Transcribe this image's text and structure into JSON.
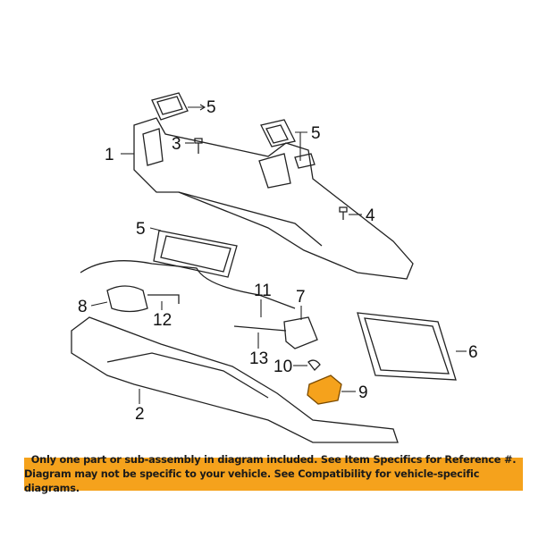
{
  "callouts": [
    "5",
    "1",
    "3",
    "5",
    "4",
    "5",
    "11",
    "7",
    "8",
    "12",
    "6",
    "13",
    "10",
    "2",
    "9"
  ],
  "highlight_color": "#f5a21c",
  "banner": {
    "line1": "Only one part or sub-assembly in diagram included. See Item Specifics for Reference #.",
    "line2": "Diagram may not be specific to your vehicle. See Compatibility for vehicle-specific diagrams."
  }
}
